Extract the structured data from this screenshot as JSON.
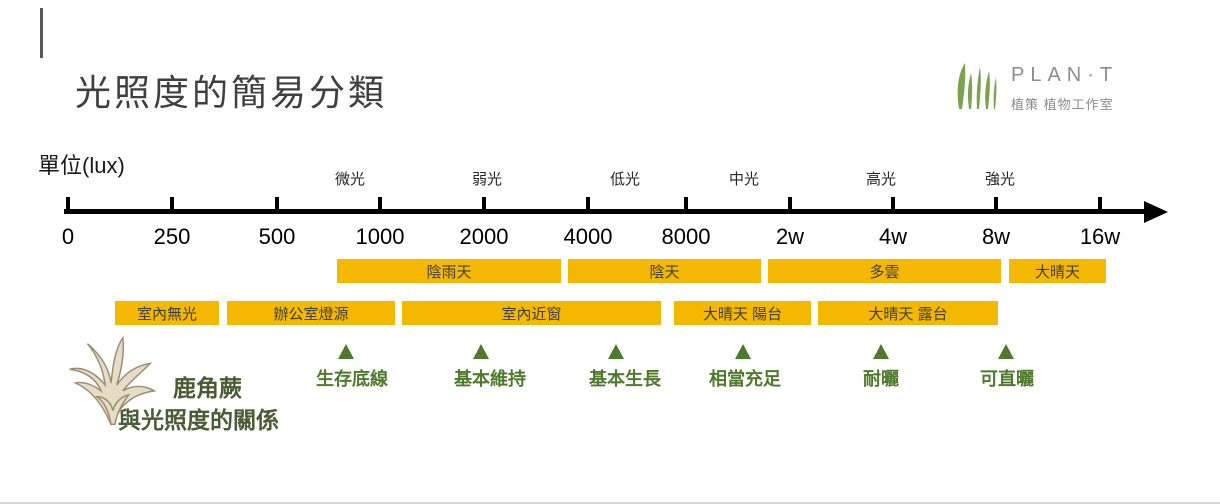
{
  "slide": {
    "title": "光照度的簡易分類",
    "unit_label": "單位(lux)"
  },
  "logo": {
    "brand": "PLAN·T",
    "subtitle": "植策 植物工作室"
  },
  "axis": {
    "ticks": [
      "0",
      "250",
      "500",
      "1000",
      "2000",
      "4000",
      "8000",
      "2w",
      "4w",
      "8w",
      "16w"
    ],
    "levels": [
      "微光",
      "弱光",
      "低光",
      "中光",
      "高光",
      "強光"
    ]
  },
  "weather_bars": [
    "陰雨天",
    "陰天",
    "多雲",
    "大晴天"
  ],
  "environment_bars": [
    "室內無光",
    "辦公室燈源",
    "室內近窗",
    "大晴天 陽台",
    "大晴天 露台"
  ],
  "markers": [
    "生存底線",
    "基本維持",
    "基本生長",
    "相當充足",
    "耐曬",
    "可直曬"
  ],
  "fern": {
    "line1": "鹿角蕨",
    "line2": "與光照度的關係"
  },
  "colors": {
    "bar_gold": "#F5B800",
    "marker_green": "#4F7A2D",
    "title_gray": "#3F3F3F",
    "logo_green": "#7CA24E",
    "logo_gray": "#8C8C8C",
    "axis_black": "#000000",
    "fern_text": "#4B5B35",
    "fern_fill": "#E6DCC8",
    "fern_stroke": "#9A8E72"
  }
}
